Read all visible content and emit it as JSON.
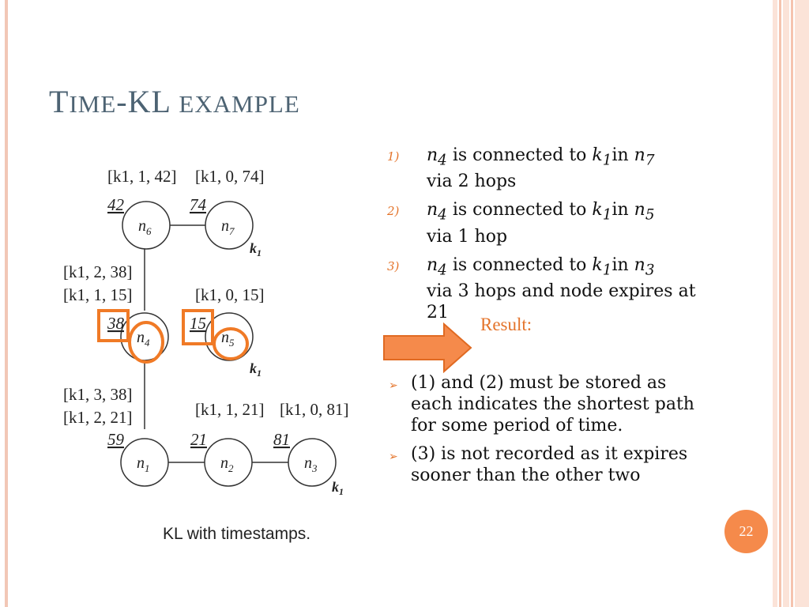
{
  "slide": {
    "title_cap1": "T",
    "title_rest1": "IME",
    "title_mid": "-KL ",
    "title_rest2": "EXAMPLE",
    "page_number": "22"
  },
  "diagram": {
    "caption": "KL with timestamps.",
    "nodes": {
      "n6": {
        "label": "n",
        "sub": "6"
      },
      "n7": {
        "label": "n",
        "sub": "7"
      },
      "n4": {
        "label": "n",
        "sub": "4"
      },
      "n5": {
        "label": "n",
        "sub": "5"
      },
      "n1": {
        "label": "n",
        "sub": "1"
      },
      "n2": {
        "label": "n",
        "sub": "2"
      },
      "n3": {
        "label": "n",
        "sub": "3"
      }
    },
    "k_marks": {
      "k1_letter": "k",
      "k1_sub": "1"
    },
    "entries": {
      "n6_list": "[k1, 1, 42]",
      "n7_list": "[k1, 0, 74]",
      "n4_list_a": "[k1, 2, 38]",
      "n4_list_b": "[k1, 1, 15]",
      "n5_list": "[k1, 0, 15]",
      "n1_list_a": "[k1, 3, 38]",
      "n1_list_b": "[k1, 2, 21]",
      "n2_list": "[k1, 1, 21]",
      "n3_list": "[k1, 0, 81]"
    },
    "edge_labels": {
      "e_n6": "42",
      "e_n7": "74",
      "e_n4": "38",
      "e_n5": "15",
      "e_n1": "59",
      "e_n2": "21",
      "e_n3": "81"
    },
    "highlight_color": "#f07a26"
  },
  "items": [
    {
      "num": "1)",
      "a": "n",
      "a_sub": "4",
      "mid": " is connected to ",
      "b": "k",
      "b_sub": "1",
      "in": "in ",
      "c": "n",
      "c_sub": "7",
      "rest": "via 2 hops"
    },
    {
      "num": "2)",
      "a": "n",
      "a_sub": "4",
      "mid": " is connected to ",
      "b": "k",
      "b_sub": "1",
      "in": "in ",
      "c": "n",
      "c_sub": "5",
      "rest": "via 1 hop"
    },
    {
      "num": "3)",
      "a": "n",
      "a_sub": "4",
      "mid": " is connected to ",
      "b": "k",
      "b_sub": "1",
      "in": "in ",
      "c": "n",
      "c_sub": "3",
      "rest": "via 3 hops  and node expires at 21"
    }
  ],
  "result_label": "Result:",
  "bullets": [
    {
      "marker": "➢",
      "text": "(1) and  (2) must be stored as each indicates the shortest path for some period of time."
    },
    {
      "marker": "➢",
      "text": "(3) is not recorded as it expires sooner than the other two"
    }
  ],
  "colors": {
    "accent": "#f58a4b",
    "title": "#4d6373",
    "stripe_light": "#fbe3d8",
    "stripe_mid": "#f5c3ae"
  }
}
